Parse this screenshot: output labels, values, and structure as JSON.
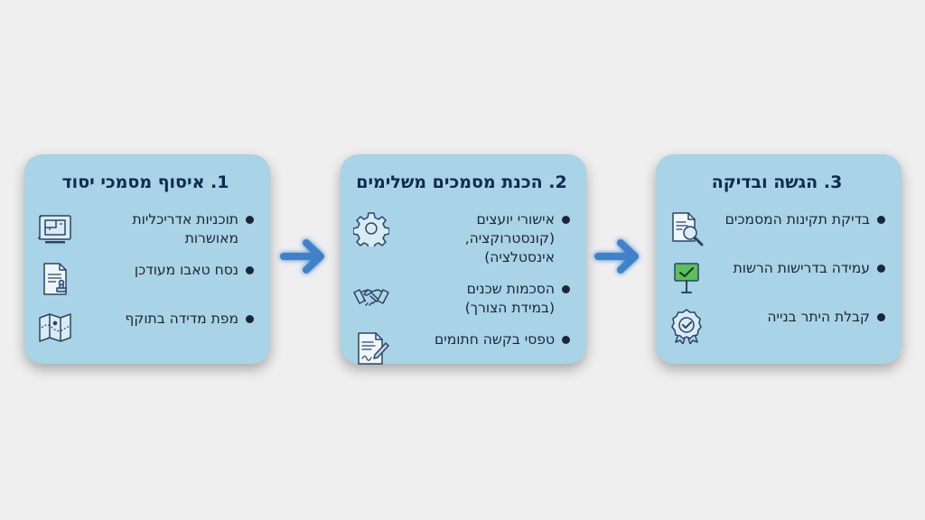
{
  "steps": [
    {
      "title": "1. איסוף מסמכי יסוד",
      "items": [
        {
          "lines": [
            "תוכניות אדריכליות",
            "מאושרות"
          ],
          "icon": "blueprint-icon"
        },
        {
          "lines": [
            "נסח טאבו מעודכן"
          ],
          "icon": "stamped-document-icon"
        },
        {
          "lines": [
            "מפת מדידה בתוקף"
          ],
          "icon": "survey-map-icon"
        }
      ]
    },
    {
      "title": "2. הכנת מסמכים משלימים",
      "items": [
        {
          "lines": [
            "אישורי יועצים",
            "(קונסטרוקציה, אינסטלציה)"
          ],
          "icon": "gear-icon"
        },
        {
          "lines": [
            "הסכמות שכנים",
            "(במידת הצורך)"
          ],
          "icon": "handshake-icon"
        },
        {
          "lines": [
            "טפסי בקשה חתומים"
          ],
          "icon": "signed-form-icon"
        }
      ]
    },
    {
      "title": "3. הגשה ובדיקה",
      "items": [
        {
          "lines": [
            "בדיקת תקינות המסמכים"
          ],
          "icon": "document-search-icon"
        },
        {
          "lines": [
            "עמידה בדרישות הרשות"
          ],
          "icon": "approval-sign-icon"
        },
        {
          "lines": [
            "קבלת היתר בנייה"
          ],
          "icon": "badge-check-icon"
        }
      ]
    }
  ],
  "colors": {
    "card_fill": "#a9d3e6",
    "title_text": "#102a52",
    "icon_stroke": "#2c4468",
    "arrow": "#3f82c9",
    "check_green": "#5cc05a"
  }
}
